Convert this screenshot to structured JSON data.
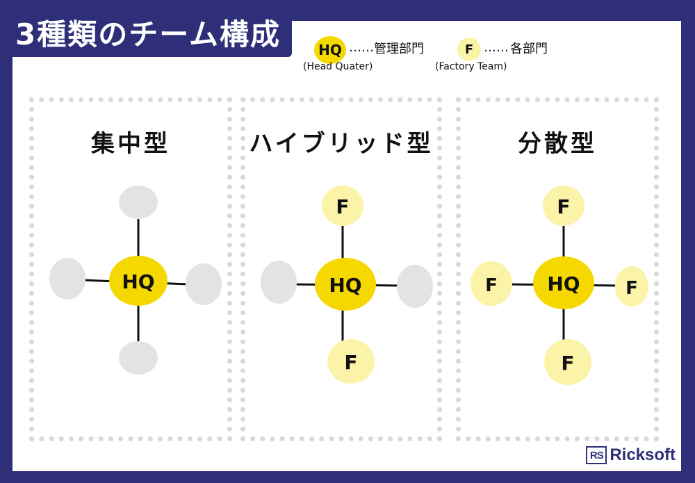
{
  "title": "3種類のチーム構成",
  "legend": {
    "hq": {
      "symbol": "HQ",
      "dots": "……",
      "meaning": "管理部門",
      "sub": "(Head Quater)"
    },
    "f": {
      "symbol": "F",
      "dots": "……",
      "meaning": "各部門",
      "sub": "(Factory Team)"
    }
  },
  "panels": [
    {
      "title": "集中型",
      "center": "HQ",
      "top": "",
      "bottom": "",
      "left": "",
      "right": ""
    },
    {
      "title": "ハイブリッド型",
      "center": "HQ",
      "top": "F",
      "bottom": "F",
      "left": "",
      "right": ""
    },
    {
      "title": "分散型",
      "center": "HQ",
      "top": "F",
      "bottom": "F",
      "left": "F",
      "right": "F"
    }
  ],
  "logo": {
    "mark": "RS",
    "name": "Ricksoft"
  },
  "colors": {
    "frame": "#2e2f78",
    "hq": "#f5d800",
    "f": "#fbf3a8",
    "empty": "#e3e3e3"
  }
}
